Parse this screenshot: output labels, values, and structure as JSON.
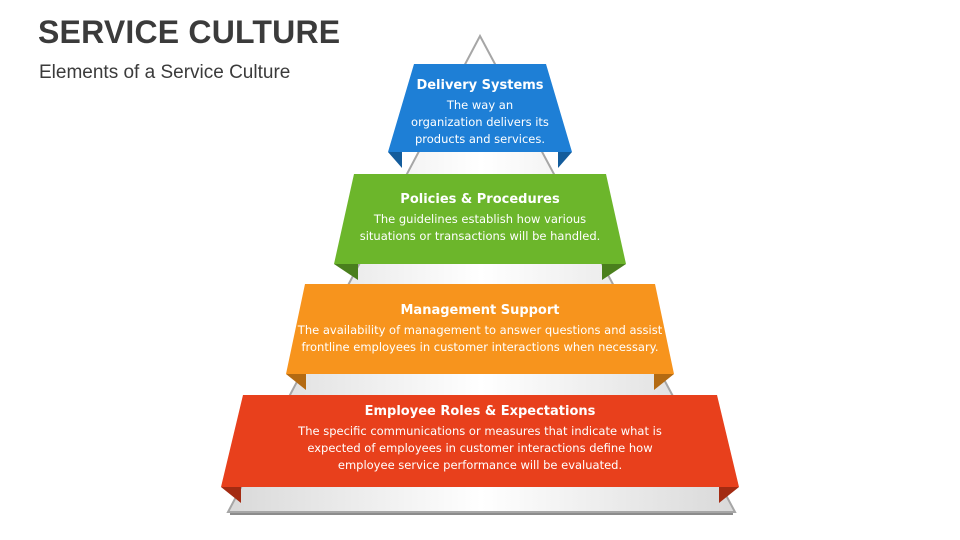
{
  "page": {
    "title": "SERVICE CULTURE",
    "subtitle": "Elements of a Service Culture"
  },
  "levels": [
    {
      "heading": "Delivery Systems",
      "description": "The way an\norganization delivers its\nproducts and services.",
      "color": "#1E7FD6"
    },
    {
      "heading": "Policies & Procedures",
      "description": "The guidelines establish how various\nsituations or transactions will be handled.",
      "color": "#6CB62B"
    },
    {
      "heading": "Management Support",
      "description": "The availability of management to answer questions and assist\nfrontline employees in customer interactions when necessary.",
      "color": "#F7941D"
    },
    {
      "heading": "Employee Roles & Expectations",
      "description": "The specific communications or measures that indicate what is\nexpected of employees in customer interactions define how\nemployee service performance will be evaluated.",
      "color": "#E8401C"
    }
  ],
  "colors": {
    "pyramid_fill": "#F2F2F2",
    "pyramid_edge": "#A6A6A6"
  }
}
